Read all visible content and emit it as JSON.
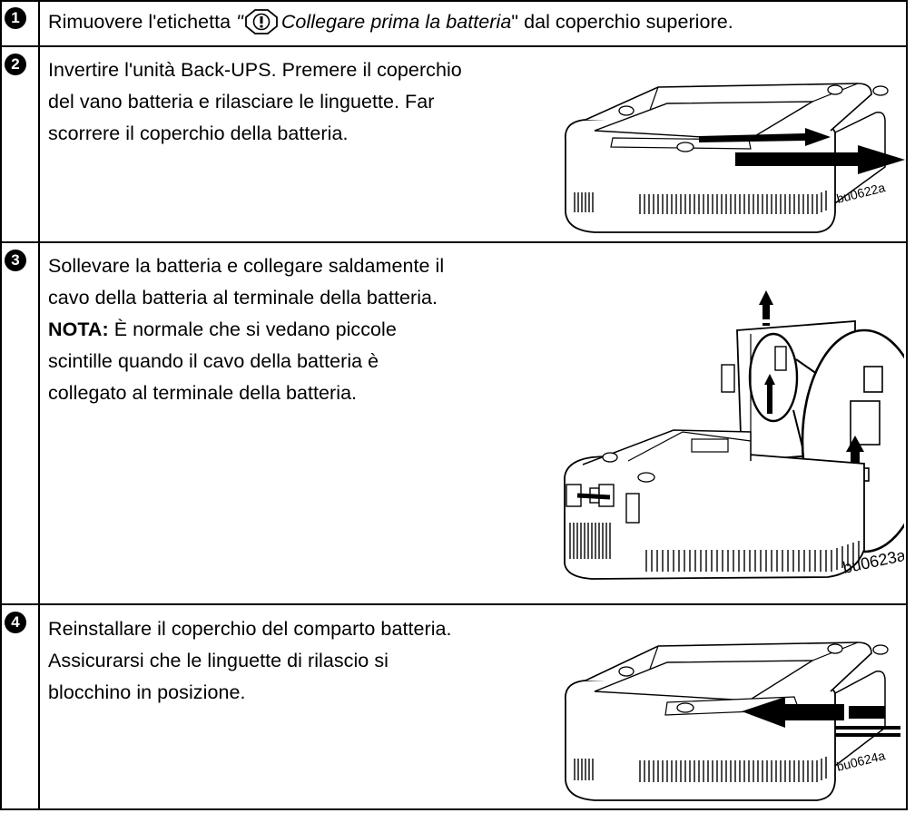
{
  "steps": [
    {
      "number": "1",
      "text_before": "Rimuovere l'etichetta ",
      "quote_open": "\"",
      "label_italic": "Collegare prima la batteria",
      "text_after": "\" dal coperchio superiore.",
      "icon": "warning-exclamation-icon"
    },
    {
      "number": "2",
      "lines": [
        "Invertire l'unità Back-UPS. Premere il coperchio",
        "del vano batteria e rilasciare le linguette. Far",
        "scorrere il coperchio della batteria."
      ],
      "figure_code": "bu0622a"
    },
    {
      "number": "3",
      "lines": [
        "Sollevare la batteria e collegare saldamente il",
        "cavo della batteria al terminale della batteria."
      ],
      "note_label": "NOTA:",
      "note_lines": [
        " È normale che si vedano piccole",
        "scintille quando il cavo della batteria è",
        "collegato al terminale della batteria."
      ],
      "figure_code": "bu0623a"
    },
    {
      "number": "4",
      "lines": [
        "Reinstallare il coperchio del comparto batteria.",
        "Assicurarsi che le linguette di rilascio si",
        "blocchino in posizione."
      ],
      "figure_code": "bu0624a"
    }
  ]
}
